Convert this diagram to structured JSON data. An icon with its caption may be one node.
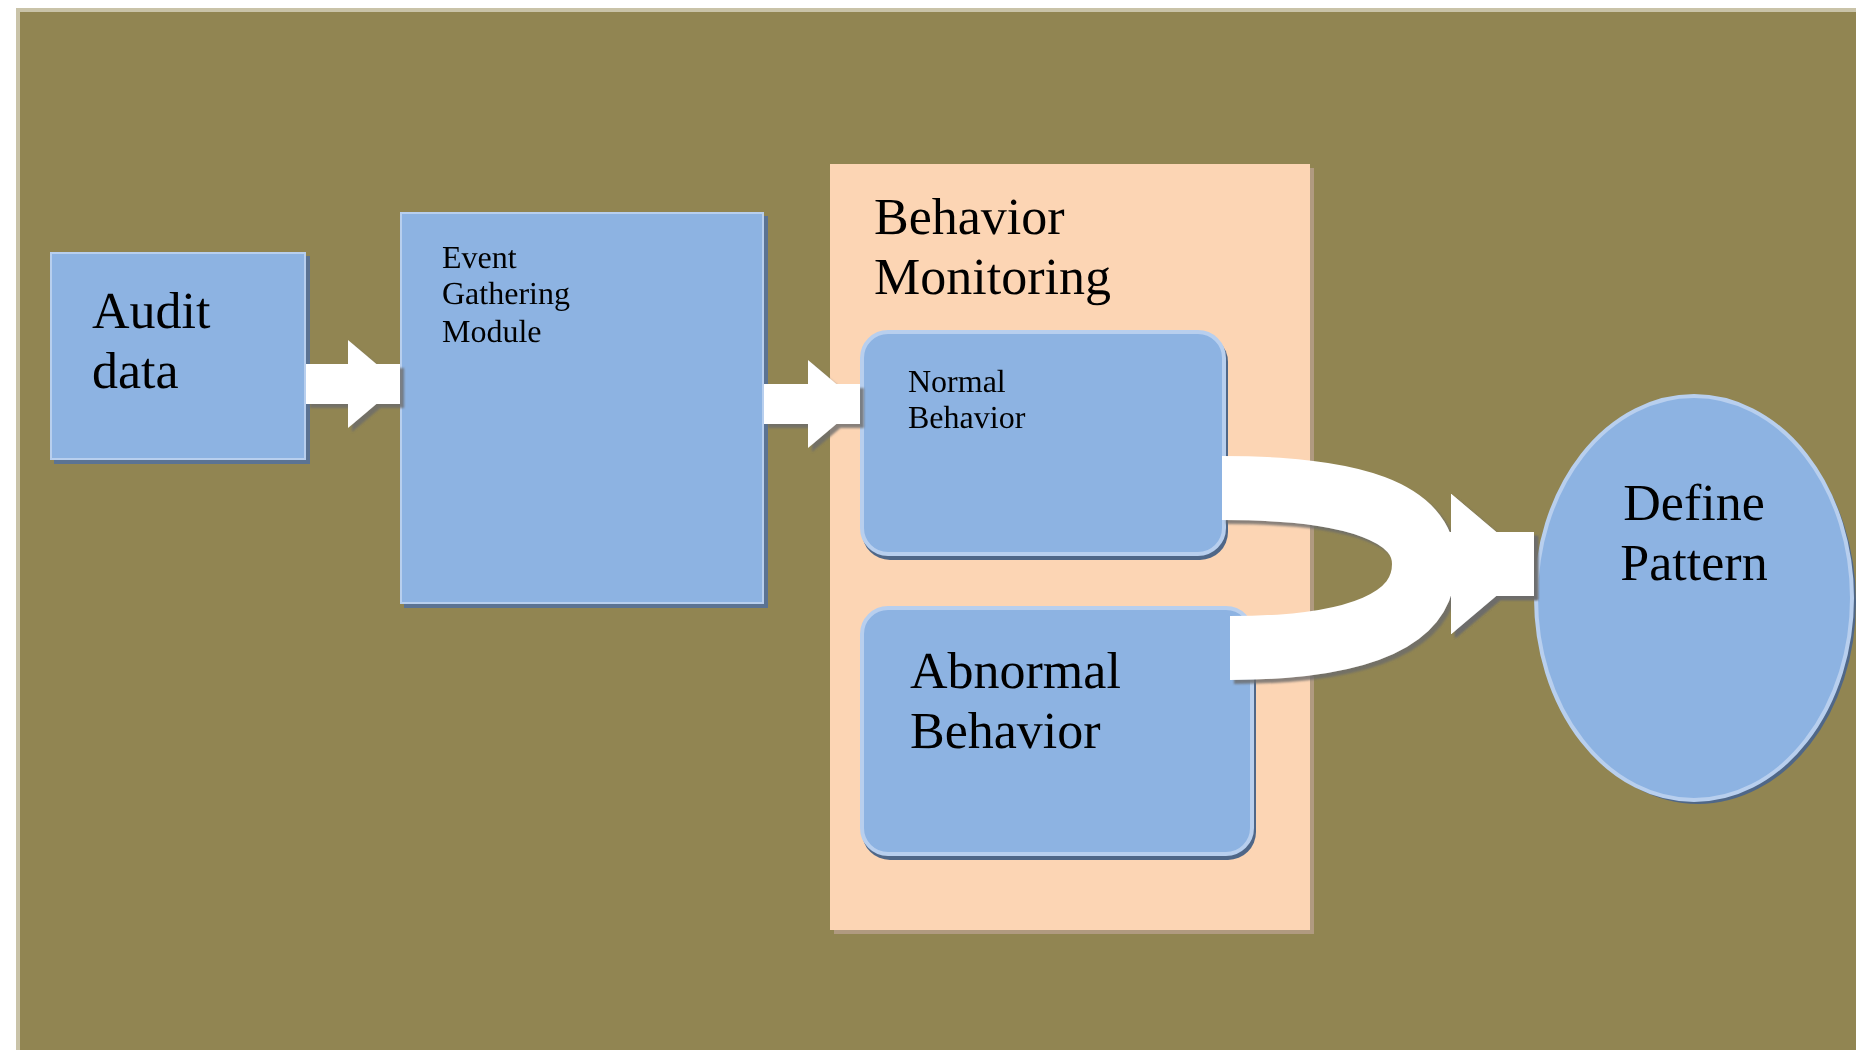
{
  "diagram": {
    "nodes": [
      {
        "text": [
          "Audit data"
        ]
      },
      {
        "text": [
          "Event Gathering Module"
        ]
      },
      {
        "text": [
          "Behavior Monitoring"
        ]
      },
      {
        "text": [
          "Normal Behavior"
        ],
        "in": 2
      },
      {
        "text": [
          "Abnormal Behavior"
        ],
        "in": 2
      },
      {
        "text": [
          "Define Pattern"
        ]
      }
    ],
    "edges": [
      {
        "from": 0,
        "to": 1,
        "arrow": "to"
      },
      {
        "from": 1,
        "to": 3,
        "arrow": "to"
      },
      {
        "from": 3,
        "to": 5,
        "arrow": "to"
      },
      {
        "from": 4,
        "to": 5,
        "arrow": "to"
      }
    ]
  }
}
